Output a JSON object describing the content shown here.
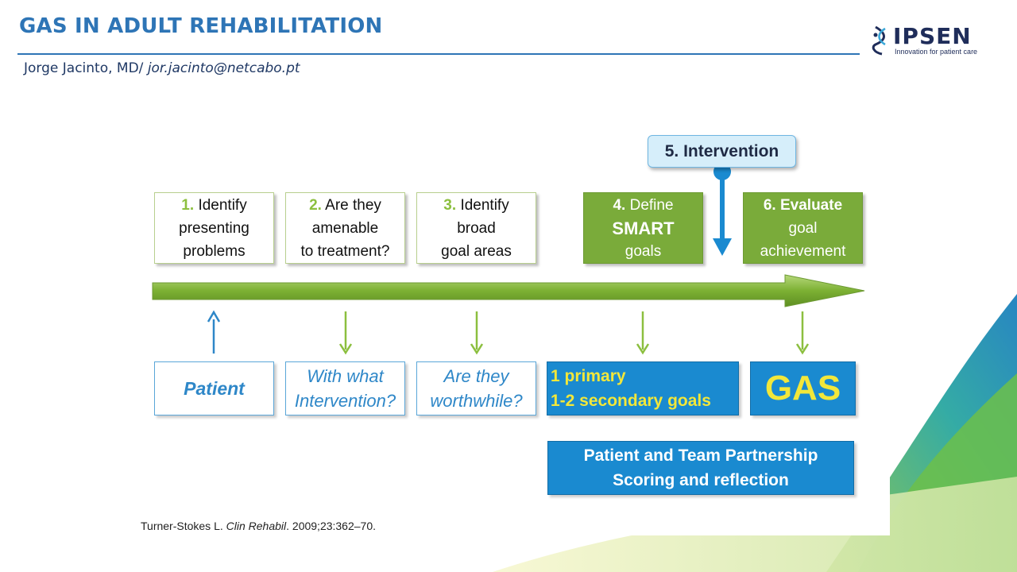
{
  "header": {
    "title": "GAS IN ADULT REHABILITATION",
    "author": "Jorge Jacinto, MD/ ",
    "email": "jor.jacinto@netcabo.pt"
  },
  "logo": {
    "name": "IPSEN",
    "tagline": "Innovation for patient care"
  },
  "diagram": {
    "steps": [
      {
        "num": "1.",
        "lines": [
          "Identify",
          "presenting",
          "problems"
        ]
      },
      {
        "num": "2.",
        "lines": [
          "Are they",
          "amenable",
          "to treatment?"
        ]
      },
      {
        "num": "3.",
        "lines": [
          "Identify",
          "broad",
          "goal areas"
        ]
      },
      {
        "num": "4.",
        "first": "Define",
        "big": "SMART",
        "last": "goals"
      },
      {
        "num": "5.",
        "label": "Intervention"
      },
      {
        "num": "6.",
        "first": "Evaluate",
        "lines": [
          "goal",
          "achievement"
        ]
      }
    ],
    "below": [
      {
        "label": "Patient"
      },
      {
        "lines": [
          "With what",
          "Intervention?"
        ]
      },
      {
        "lines": [
          "Are they",
          "worthwhile?"
        ]
      },
      {
        "lines": [
          "1 primary",
          "1-2 secondary goals"
        ]
      },
      {
        "label": "GAS"
      }
    ],
    "partnership": [
      "Patient and Team Partnership",
      "Scoring and reflection"
    ]
  },
  "citation": {
    "author": "Turner-Stokes L. ",
    "journal": "Clin Rehabil",
    "rest": ". 2009;23:362–70."
  },
  "colors": {
    "accent_blue": "#2e75b6",
    "step_green": "#7aab3a",
    "box_blue": "#1a8ad0",
    "goal_yellow": "#f2e73a"
  }
}
